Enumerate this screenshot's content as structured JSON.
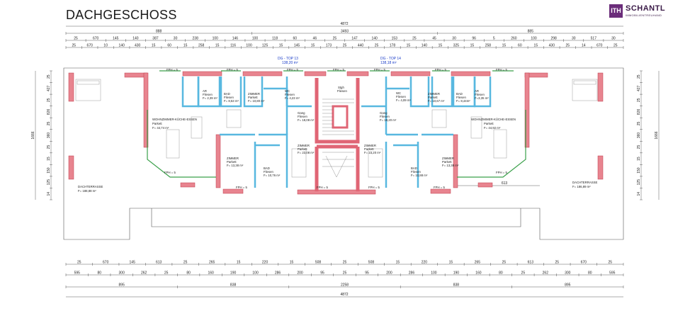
{
  "title": "DACHGESCHOSS",
  "logo": {
    "mark": "ITH",
    "name": "SCHANTL",
    "subtitle": "IMMOBILIENTREUHAND"
  },
  "units": [
    {
      "name": "DG - TOP 13",
      "area": "138,20 m²"
    },
    {
      "name": "DG - TOP 14",
      "area": "138,18 m²"
    }
  ],
  "rooms": {
    "wohn_left": {
      "name": "WOHNZIMMER-KÜCHE-ESSEN",
      "floor": "Parkett",
      "area": "F= 44,74 m²"
    },
    "wohn_right": {
      "name": "WOHNZIMMER-KÜCHE-ESSEN",
      "floor": "Parkett",
      "area": "F= 44,92 m²"
    },
    "ar_left": {
      "name": "AR",
      "floor": "Fliesen",
      "area": "F= 2,39 m²"
    },
    "ar_right": {
      "name": "AR",
      "floor": "Fliesen",
      "area": "F=3,35 m²"
    },
    "bad_left_top": {
      "name": "BAD",
      "floor": "Fliesen",
      "area": "F= 8,53 m²"
    },
    "bad_right_top": {
      "name": "BAD",
      "floor": "Fliesen",
      "area": "F= 8,44m²"
    },
    "zimmer_left_top": {
      "name": "ZIMMER",
      "floor": "Parkett",
      "area": "F= 10,80 m²"
    },
    "zimmer_right_top": {
      "name": "ZIMMER",
      "floor": "Parkett",
      "area": "F= 10,67 m²"
    },
    "wc_left": {
      "name": "WC",
      "floor": "Fliesen",
      "area": "F= 4,23 m²"
    },
    "wc_right": {
      "name": "WC",
      "floor": "Fliesen",
      "area": "F= 4,09 m²"
    },
    "gang_left": {
      "name": "Gang",
      "floor": "Fliesen",
      "area": "F= 18,08 m²"
    },
    "gang_right": {
      "name": "Gang",
      "floor": "Fliesen",
      "area": "F= 18,20 m²"
    },
    "stair": {
      "name": "Stgh",
      "floor": "Fliesen"
    },
    "zimmer_left_bottom": {
      "name": "ZIMMER",
      "floor": "Parkett",
      "area": "F= 13,38 m²"
    },
    "zimmer_right_bottom": {
      "name": "ZIMMER",
      "floor": "Parkett",
      "area": "F= 13,38 m²"
    },
    "bad_left_bottom": {
      "name": "BAD",
      "floor": "Fliesen",
      "area": "F= 10,76 m²"
    },
    "bad_right_bottom": {
      "name": "BAD",
      "floor": "Fliesen",
      "area": "F= 10,88 m²"
    },
    "zimmer_left_mid": {
      "name": "ZIMMER",
      "floor": "Parkett",
      "area": "F= 23,08 m²"
    },
    "zimmer_right_mid": {
      "name": "ZIMMER",
      "floor": "Parkett",
      "area": "F= 23,20 m²"
    },
    "terrasse_left": {
      "name": "DACHTERRASSE",
      "area": "F= 188,88 m²"
    },
    "terrasse_right": {
      "name": "DACHTERRASSE",
      "area": "F= 186,89 m²"
    }
  },
  "window_label": "FPH = 5",
  "dimensions": {
    "top_total": "4872",
    "top_row1": [
      "888",
      "3493",
      "885"
    ],
    "top_row2": [
      "25",
      "670",
      "145",
      "140",
      "387",
      "30",
      "238",
      "100",
      "146",
      "100",
      "118",
      "60",
      "46",
      "25",
      "147",
      "140",
      "153",
      "25",
      "45",
      "30",
      "96",
      "5",
      "260",
      "100",
      "298",
      "30",
      "517",
      "30"
    ],
    "top_row3": [
      "25",
      "670",
      "10",
      "140",
      "430",
      "15",
      "60",
      "15",
      "258",
      "15",
      "116",
      "100",
      "125",
      "15",
      "145",
      "15",
      "173",
      "25",
      "440",
      "25",
      "178",
      "15",
      "140",
      "15",
      "325",
      "15",
      "258",
      "15",
      "60",
      "15",
      "430",
      "25",
      "14",
      "670",
      "25"
    ],
    "bottom_row1": [
      "25",
      "670",
      "145",
      "613",
      "25",
      "265",
      "15",
      "220",
      "15",
      "508",
      "25",
      "508",
      "15",
      "220",
      "15",
      "265",
      "25",
      "613",
      "25",
      "670",
      "25"
    ],
    "bottom_row2": [
      "595",
      "80",
      "300",
      "262",
      "25",
      "80",
      "160",
      "190",
      "100",
      "286",
      "200",
      "95",
      "25",
      "95",
      "200",
      "286",
      "100",
      "190",
      "160",
      "80",
      "25",
      "262",
      "300",
      "80",
      "595"
    ],
    "bottom_row3": [
      "895",
      "838",
      "2258",
      "838",
      "895"
    ],
    "bottom_total": "4872",
    "left_vertical": [
      "25",
      "427",
      "25",
      "826",
      "25",
      "360",
      "25",
      "15",
      "150",
      "125",
      "14"
    ],
    "left_total": "1666",
    "right_vertical": [
      "25",
      "427",
      "25",
      "826",
      "25",
      "360",
      "25",
      "15",
      "150",
      "125",
      "14"
    ],
    "right_total": "1666",
    "inner_right": "613"
  }
}
